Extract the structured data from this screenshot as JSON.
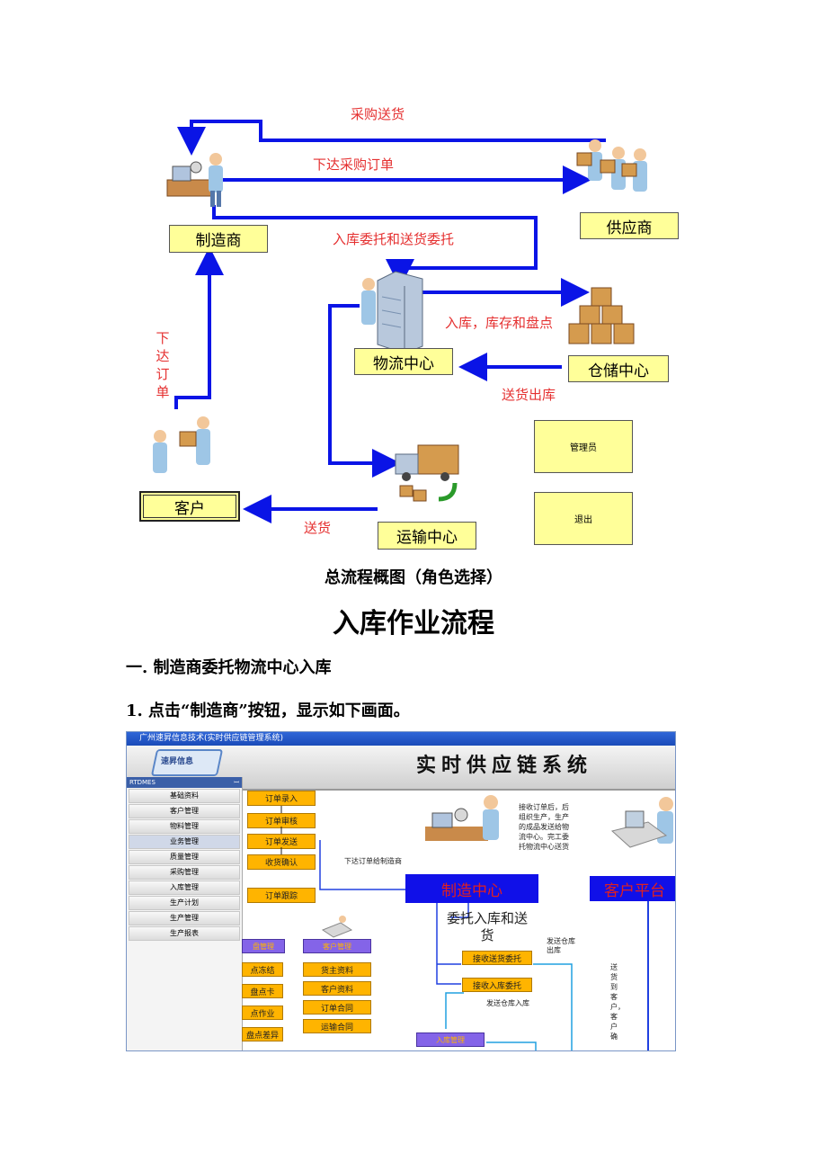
{
  "diagram": {
    "boxes": {
      "manufacturer": "制造商",
      "supplier": "供应商",
      "logistics": "物流中心",
      "warehouse": "仓储中心",
      "customer": "客户",
      "transport": "运输中心",
      "admin": "管理员",
      "exit": "退出"
    },
    "labels": {
      "purchase_delivery": "采购送货",
      "issue_po": "下达采购订单",
      "inbound_delivery_entrust": "入库委托和送货委托",
      "inbound_stock_count": "入库，库存和盘点",
      "delivery_outbound": "送货出库",
      "place_order": "下达订单",
      "deliver": "送货"
    }
  },
  "caption": "总流程概图（角色选择）",
  "title": "入库作业流程",
  "section_heading": "一.  制造商委托物流中心入库",
  "step1": "1.  点击“制造商”按钮，显示如下画面。",
  "screenshot": {
    "window_title": "广州速昇信息技术(实时供应链管理系统)",
    "logo_text": "速昇信息",
    "system_title": "实时供应链系统",
    "sidebar_header": "RTDMES",
    "sidebar_pin": "ꟷ",
    "sidebar_items": [
      "基础资料",
      "客户管理",
      "物料管理",
      "业务管理",
      "质量管理",
      "采购管理",
      "入库管理",
      "生产计划",
      "生产管理",
      "生产报表"
    ],
    "flow_buttons": [
      "订单录入",
      "订单审核",
      "订单发送",
      "收货确认",
      "订单跟踪"
    ],
    "issue_to_mfg": "下达订单给制造商",
    "mfg_note": "接收订单后，后组织生产，生产的成品发送给物流中心。完工委托物流中心送货",
    "mfg_center": "制造中心",
    "customer_platform": "客户平台",
    "entrust_text": "委托入库和送货",
    "recv_delivery": "接收送货委托",
    "recv_inbound": "接收入库委托",
    "send_wh_out": "发送仓库出库",
    "send_wh_in": "发送仓库入库",
    "deliver_confirm": "送货到客户，客户确",
    "left_purple": "盘管理",
    "customer_mgmt": "客户管理",
    "left_col": [
      "点冻结",
      "盘点卡",
      "点作业",
      "盘点差异"
    ],
    "customer_col": [
      "货主资料",
      "客户资料",
      "订单合同",
      "运输合同"
    ],
    "inbound_mgmt": "入库管理"
  }
}
